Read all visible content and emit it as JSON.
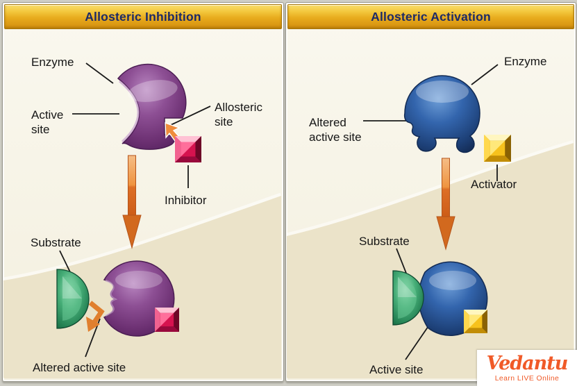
{
  "panels": [
    {
      "title": "Allosteric Inhibition",
      "labels": {
        "enzyme": "Enzyme",
        "active_site_l1": "Active",
        "active_site_l2": "site",
        "allosteric_site_l1": "Allosteric",
        "allosteric_site_l2": "site",
        "inhibitor": "Inhibitor",
        "substrate": "Substrate",
        "altered_active_site": "Altered active site"
      }
    },
    {
      "title": "Allosteric Activation",
      "labels": {
        "enzyme": "Enzyme",
        "altered_active_site_l1": "Altered",
        "altered_active_site_l2": "active site",
        "activator": "Activator",
        "substrate": "Substrate",
        "active_site": "Active site"
      }
    }
  ],
  "branding": {
    "name": "Vedantu",
    "tagline": "Learn LIVE Online"
  },
  "colors": {
    "header_gold": "#e8ab1d",
    "header_text": "#1d2a66",
    "enzyme_inhibition_purple": "#7c3f84",
    "enzyme_activation_blue": "#2a5ca8",
    "inhibitor_red": "#d6134f",
    "activator_yellow": "#f7c21c",
    "substrate_green": "#46ad77",
    "arrow_orange": "#e0702a",
    "brand_orange": "#f05a28",
    "background_cream": "#f3efde",
    "background_wave": "#ebe3c9"
  }
}
